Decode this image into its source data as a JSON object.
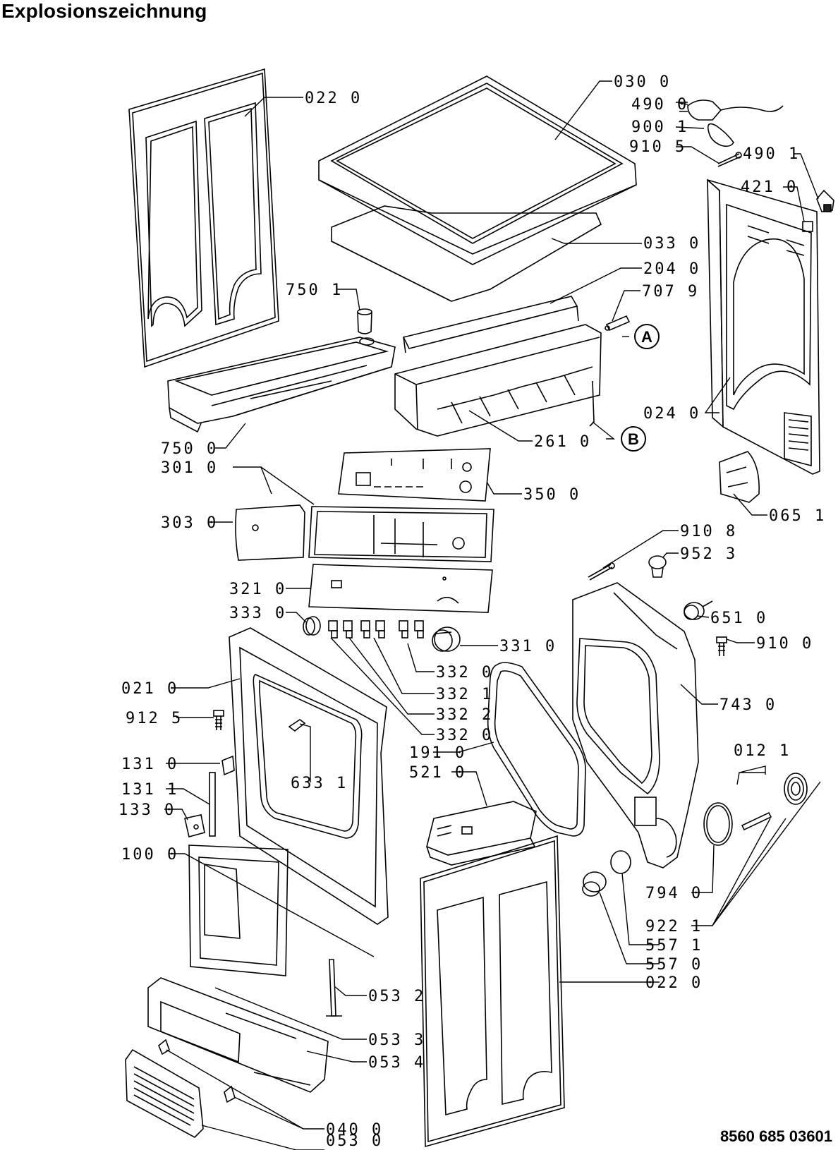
{
  "title": "Explosionszeichnung",
  "doc_code": "8560 685 03601",
  "callouts": [
    "A",
    "B"
  ],
  "labels": [
    "022 0",
    "030 0",
    "490 0",
    "900 1",
    "910 5",
    "490 1",
    "421 0",
    "033 0",
    "204 0",
    "750 1",
    "707 9",
    "024 0",
    "750 0",
    "261 0",
    "301 0",
    "350 0",
    "303 0",
    "065 1",
    "910 8",
    "952 3",
    "321 0",
    "333 0",
    "651 0",
    "331 0",
    "910 0",
    "332 0",
    "332 1",
    "021 0",
    "332 2",
    "743 0",
    "332 0",
    "912 5",
    "191 0",
    "012 1",
    "131 0",
    "521 0",
    "633 1",
    "131 1",
    "133 0",
    "100 0",
    "794 0",
    "922 1",
    "557 1",
    "557 0",
    "022 0",
    "053 2",
    "053 3",
    "053 4",
    "040 0",
    "053 0"
  ]
}
